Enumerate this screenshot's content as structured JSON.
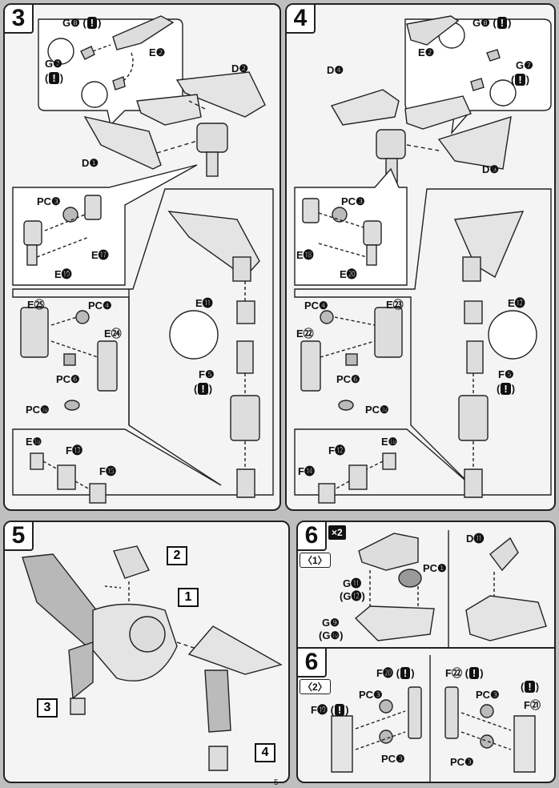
{
  "steps": {
    "s3": {
      "num": "3"
    },
    "s4": {
      "num": "4"
    },
    "s5": {
      "num": "5"
    },
    "s6a": {
      "num": "6",
      "sub": "〈1〉",
      "mult": "×2"
    },
    "s6b": {
      "num": "6",
      "sub": "〈2〉"
    }
  },
  "warn_glyph": "!",
  "labels3": {
    "g8": "G❽",
    "g7": "G❼",
    "e2": "E❷",
    "d2": "D❷",
    "d1": "D❶",
    "pcc": "PC❸",
    "e17": "E⓱",
    "e19": "E⓳",
    "e11": "E⓫",
    "f5": "F❺",
    "e25": "E㉕",
    "pcd": "PC❹",
    "e24": "E㉔",
    "pcf": "PC❻",
    "pcj": "PC❿",
    "e10": "E❿",
    "f13": "F⓭",
    "f15": "F⓯"
  },
  "labels4": {
    "g8": "G❽",
    "g7": "G❼",
    "e2": "E❷",
    "d4": "D❹",
    "d3": "D❸",
    "pcc": "PC❸",
    "e18": "E⓲",
    "e20": "E⓴",
    "e12": "E⓬",
    "f5": "F❺",
    "pcd": "PC❹",
    "e23": "E㉓",
    "e22": "E㉒",
    "pcf": "PC❻",
    "pcj": "PC❿",
    "f12": "F⓬",
    "e10": "E❿",
    "f14": "F⓮"
  },
  "labels5": {
    "b1": "1",
    "b2": "2",
    "b3": "3",
    "b4": "4"
  },
  "labels6a": {
    "g11": "G⓫",
    "g12": "(G⓬)",
    "g9": "G❾",
    "g10": "(G❿)",
    "pca": "PC❶",
    "d11": "D⓫"
  },
  "labels6b": {
    "f20": "F⓴",
    "f22": "F㉒",
    "pcc1": "PC❸",
    "pcc2": "PC❸",
    "pcc3": "PC❸",
    "pcc4": "PC❸",
    "f19": "F⓳",
    "f21": "F㉑"
  },
  "page_number": "5"
}
